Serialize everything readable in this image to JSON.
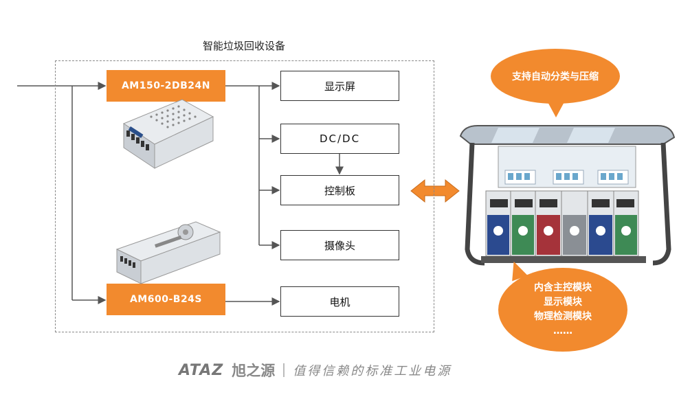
{
  "diagram": {
    "group_title": "智能垃圾回收设备",
    "psu_top": "AM150-2DB24N",
    "psu_bottom": "AM600-B24S",
    "modules": [
      "显示屏",
      "DC/DC",
      "控制板",
      "摄像头",
      "电机"
    ],
    "bubble_top": "支持自动分类与压缩",
    "bubble_bottom": [
      "内含主控模块",
      "显示模块",
      "物理检测模块",
      "……"
    ]
  },
  "footer": {
    "brand_latin": "ATAZ",
    "brand_cn": "旭之源",
    "slogan": "值得信赖的标准工业电源"
  },
  "colors": {
    "accent": "#f28a2e",
    "line": "#555555",
    "frame": "#888888"
  }
}
